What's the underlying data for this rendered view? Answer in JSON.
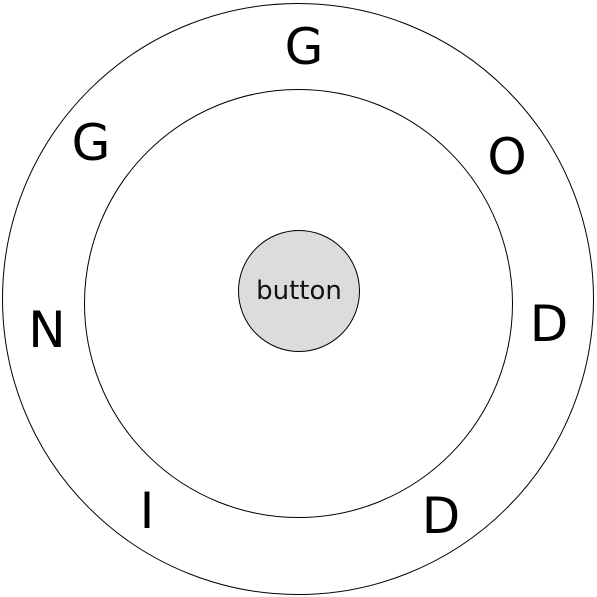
{
  "ring_letters": [
    "G",
    "O",
    "D",
    "D",
    "I",
    "N",
    "G"
  ],
  "center_button": {
    "label": "button",
    "fill_color": "#dcdcdc"
  }
}
